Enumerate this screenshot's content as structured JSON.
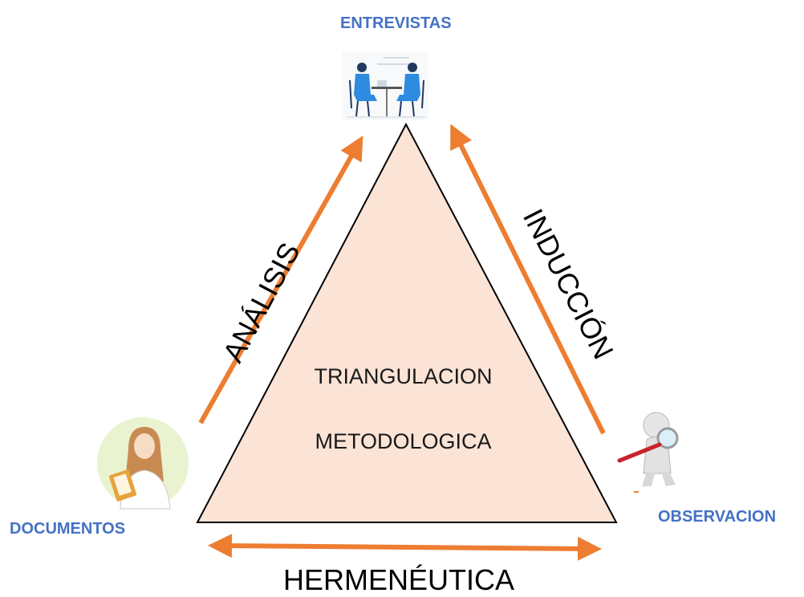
{
  "center": {
    "line1": "TRIANGULACION",
    "line2": "METODOLOGICA"
  },
  "nodes": {
    "top": "ENTREVISTAS",
    "left": "DOCUMENTOS",
    "right": "OBSERVACION"
  },
  "edges": {
    "left": "ANÁLISIS",
    "right": "INDUCCIÓN",
    "bottom": "HERMENÉUTICA"
  },
  "colors": {
    "triangle_fill": "#fbe3d6",
    "triangle_stroke": "#000000",
    "arrow": "#ed7d31",
    "node_label": "#4472c4"
  },
  "icons": {
    "top": "interview-illustration-icon",
    "left": "woman-with-clipboard-icon",
    "right": "figure-with-magnifier-icon"
  }
}
